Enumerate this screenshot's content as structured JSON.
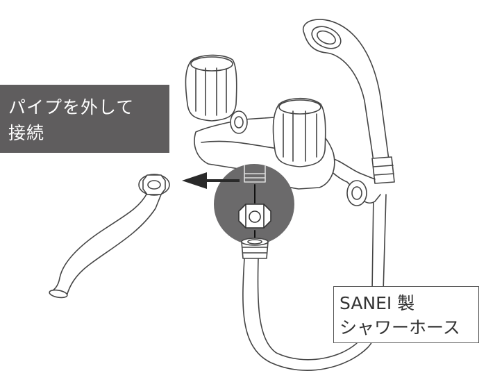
{
  "instruction": {
    "line1": "パイプを外して",
    "line2": "接続"
  },
  "product": {
    "line1": "SANEI 製",
    "line2": "シャワーホース"
  },
  "colors": {
    "label_bg": "#5f5d5e",
    "label_text": "#ffffff",
    "callout_circle": "#6b6a6b",
    "arrow": "#2a2a2a",
    "line_art": "#444444"
  },
  "icons": [
    "arrow-left-icon",
    "faucet-icon",
    "shower-head-icon",
    "shower-hose-icon",
    "spout-pipe-icon",
    "nut-icon"
  ]
}
